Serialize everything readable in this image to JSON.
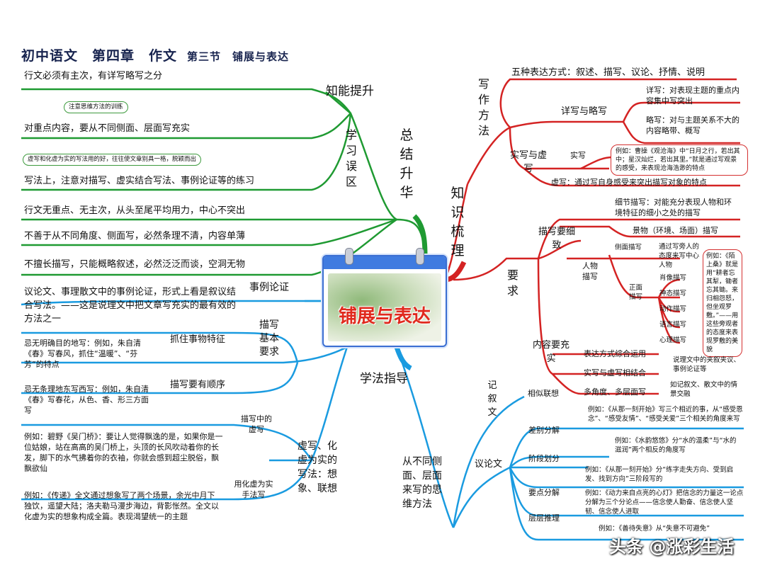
{
  "header": {
    "title": "初中语文　第四章　作文",
    "section": "第三节　铺展与表达"
  },
  "center": {
    "title": "铺展与表达"
  },
  "summary": {
    "label": "总结升华",
    "skill": {
      "label": "知能提升",
      "items": [
        "行文必须有主次，有详写略写之分",
        "对重点内容，要从不同侧面、层面写充实",
        "写法上，注意对描写、虚实结合写法、事例论证等的练习"
      ],
      "note1": "注意思维方法的训练",
      "note2": "虚写和化虚为实的写法用的好，往往使文章别具一格，脱颖而出"
    },
    "mistakes": {
      "label": "学习误区",
      "items": [
        "行文无重点、无主次，从头至尾平均用力，中心不突出",
        "不善于从不同角度、侧面写，必然条理不清，内容单薄",
        "不擅长描写，只能概略叙述，必然泛泛而谈，空洞无物"
      ]
    }
  },
  "knowledge": {
    "label": "知识梳理",
    "methods": {
      "label": "写作方法",
      "five": "五种表达方式：叙述、描写、议论、抒情、说明",
      "detail": {
        "label": "详写与略写",
        "xiang": "详写：对表现主题的重点内容集中写突出",
        "lue": "略写：对与主题关系不大的内容略带、概写"
      },
      "shixu": {
        "label": "实写与虚写",
        "shi": "实写",
        "shi_note": "例如：曹操《观沧海》中“日月之行，若出其中；星汉灿烂，若出其里。”就是通过写观景的感受，来表现沧海浩渺的特点",
        "xu": "虚写：通过写自身感受来突出描写对象的特点"
      }
    },
    "requirements": {
      "label": "要求",
      "desc": {
        "label": "描写要细致",
        "detail": "细节描写：对能充分表现人物和环境特征的细小之处的描写",
        "scene": "景物（环境、场面）描写",
        "person": {
          "label": "人物描写",
          "side": "侧面描写",
          "side_note": "通过写旁人的态度来写中心人物",
          "front": "正面描写",
          "front_items": [
            "肖像描写",
            "神态描写",
            "动作描写",
            "语言描写",
            "心理描写"
          ],
          "example": "例如：《陌上桑》就是用“耕者忘其犁，锄者忘其锄。来归相怨怒，但坐观罗敷。”——用这些旁观者的态度来表现罗敷的美貌"
        }
      },
      "full": {
        "label": "内容要充实",
        "combo": "表达方式综合运用",
        "virtual": "实写与虚写相结合",
        "virtual_note": "说理文中的夹叙夹议、事例论证等",
        "angles": "多角度、多层面写",
        "angles_note": "如记叙文、散文中的情景交融"
      }
    }
  },
  "methods_guide": {
    "label": "学法指导",
    "case": {
      "label": "事例论证",
      "text": "议论文、事理散文中的事例论证，形式上看是叙议结合写法。——这是说理文中把文章写充实的最有效的方法之一"
    },
    "basic": {
      "label": "描写基本要求",
      "feature": {
        "label": "抓住事物特征",
        "text": "忌无明确目的地写：例如，朱自清《春》写春风，抓住“温暖”、“芬芳”的特点"
      },
      "order": {
        "label": "描写要有顺序",
        "text": "忌无条理地东写西写：例如，朱自清《春》写春花，从色、香、形三方面写"
      }
    },
    "virtual": {
      "label": "虚写、化虚为实的写法：想象、联想",
      "xu": {
        "label": "描写中的虚写",
        "text": "例如：碧野《吴门桥》：要让人觉得飘逸的是，如果你是一位姑娘，站在高高的吴门桥上，头顶的长风吹动着你的长发，脚下的水气拂着你的衣袖，你就会感到超尘脱俗，飘飘欲仙"
      },
      "hua": {
        "label": "用化虚为实手法写",
        "text": "例如：《传递》全文通过想象写了两个场景，余光中月下独饮，遥望大陆；洛夫勒马漫步海边，背影怅然。全文以化虚为实的想象构成全篇。表现渴望统一的主题"
      }
    },
    "angles": {
      "label": "从不同侧面、层面来写的思维方法",
      "narr": {
        "label": "记叙文",
        "assoc": "相似联想"
      },
      "arg": {
        "label": "议论文",
        "items": [
          {
            "label": "差别分解",
            "text": "例如：《从那一刻开始》写三个相近的事，从“感受恩念”、“感受友情”、“感受关爱”三个相关的角度来写"
          },
          {
            "label": "阶段划分",
            "text": "例如：《水韵悠悠》分“水的温柔”与“水的滋润”两个相反的角度写"
          },
          {
            "label": "",
            "text": "例如：《从那一刻开始》分“练字走失方向、受到启发、找到方向”三阶段写的"
          },
          {
            "label": "要点分解",
            "text": "例如：《动力来自点亮的心灯》把信念的力量这一论点分解为三个分论点——信念使人勤奋、信念使人坚韧、信念使人进取"
          },
          {
            "label": "层层推理",
            "text": "例如：《善待失意》从“失意不可避免”"
          }
        ]
      }
    }
  },
  "watermark": "头条 @涨彩生活",
  "colors": {
    "green": "#1f9a32",
    "red": "#d42323",
    "blue": "#1a9be0",
    "navy": "#17234e"
  }
}
